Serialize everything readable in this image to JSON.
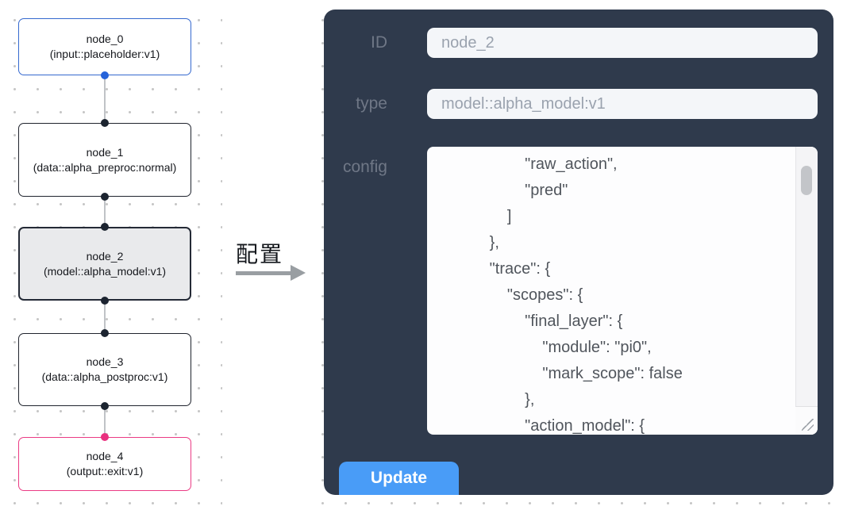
{
  "flow": {
    "nodes": [
      {
        "title": "node_0",
        "subtitle": "(input::placeholder:v1)"
      },
      {
        "title": "node_1",
        "subtitle": "(data::alpha_preproc:normal)"
      },
      {
        "title": "node_2",
        "subtitle": "(model::alpha_model:v1)",
        "selected": true
      },
      {
        "title": "node_3",
        "subtitle": "(data::alpha_postproc:v1)"
      },
      {
        "title": "node_4",
        "subtitle": "(output::exit:v1)"
      }
    ]
  },
  "transition": {
    "label": "配置"
  },
  "panel": {
    "id_field": {
      "label": "ID",
      "value": "node_2"
    },
    "type_field": {
      "label": "type",
      "value": "model::alpha_model:v1"
    },
    "config_field": {
      "label": "config",
      "text": "                    \"raw_action\",\n                    \"pred\"\n                ]\n            },\n            \"trace\": {\n                \"scopes\": {\n                    \"final_layer\": {\n                        \"module\": \"pi0\",\n                        \"mark_scope\": false\n                    },\n                    \"action_model\": {"
    },
    "update_button": "Update"
  },
  "colors": {
    "panel_bg": "#2f3a4c",
    "button_blue": "#499cf7",
    "input_node_border": "#3569cf",
    "output_node_border": "#eb3b84",
    "selected_node_bg": "#e9eaec",
    "port_blue": "#2563da",
    "port_dark": "#1c2430",
    "port_pink": "#e9307f"
  }
}
